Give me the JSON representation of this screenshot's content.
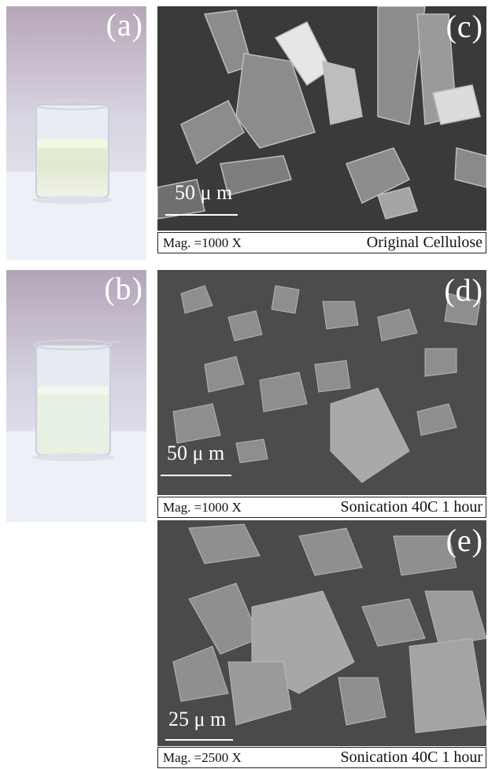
{
  "panels": {
    "a": {
      "label": "(a)"
    },
    "b": {
      "label": "(b)"
    },
    "c": {
      "label": "(c)",
      "scale": "50 μ m",
      "mag": "Mag. =1000 X",
      "description": "Original Cellulose"
    },
    "d": {
      "label": "(d)",
      "scale": "50 μ m",
      "mag": "Mag. =1000 X",
      "description": "Sonication  40C  1 hour"
    },
    "e": {
      "label": "(e)",
      "scale": "25 μ m",
      "mag": "Mag. =2500 X",
      "description": "Sonication  40C  1 hour"
    }
  }
}
